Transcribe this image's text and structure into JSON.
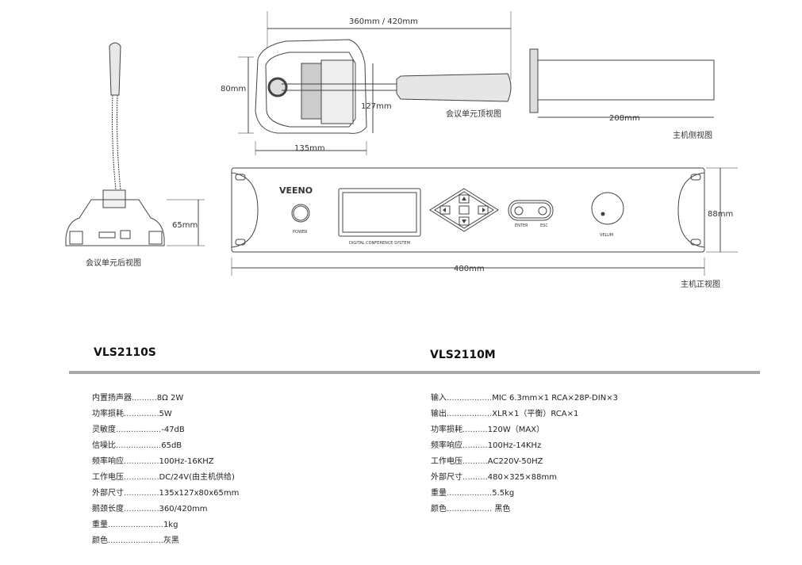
{
  "drawings": {
    "top_view": {
      "label": "会议单元顶视图",
      "width_dim": "360mm  / 420mm",
      "height_dim": "80mm",
      "depth_dim": "127mm",
      "base_dim": "135mm"
    },
    "side_view": {
      "label": "主机侧视图",
      "dim": "208mm"
    },
    "rear_view": {
      "label": "会议单元后视图",
      "dim": "65mm"
    },
    "front_view": {
      "label": "主机正视图",
      "width_dim": "480mm",
      "height_dim": "88mm",
      "brand": "VEENO",
      "power_label": "POWER",
      "screen_caption": "DIGITAL CONFERENCE SYSTEM",
      "enter_label": "ENTER",
      "esc_label": "ESC",
      "volume_label": "VELUM"
    }
  },
  "products": [
    {
      "model": "VLS2110S",
      "specs": [
        {
          "name": "内置扬声器",
          "dots": "..........",
          "value": "8Ω   2W"
        },
        {
          "name": "功率损耗",
          "dots": "..............",
          "value": "5W"
        },
        {
          "name": "灵敏度",
          "dots": "..................",
          "value": "-47dB"
        },
        {
          "name": "信噪比",
          "dots": "..................",
          "value": "65dB"
        },
        {
          "name": "频率响应",
          "dots": "..............",
          "value": "100Hz-16KHZ"
        },
        {
          "name": "工作电压",
          "dots": "..............",
          "value": "DC/24V(由主机供给)"
        },
        {
          "name": "外部尺寸",
          "dots": "..............",
          "value": "135x127x80x65mm"
        },
        {
          "name": "鹅颈长度",
          "dots": "..............",
          "value": "360/420mm"
        },
        {
          "name": "重量",
          "dots": "......................",
          "value": "1kg"
        },
        {
          "name": "颜色",
          "dots": "......................",
          "value": "灰黑"
        }
      ]
    },
    {
      "model": "VLS2110M",
      "specs": [
        {
          "name": "输入",
          "dots": "..................",
          "value": "MIC 6.3mm×1    RCA×28P-DIN×3"
        },
        {
          "name": "输出",
          "dots": "..................",
          "value": "XLR×1（平衡）RCA×1"
        },
        {
          "name": "功率损耗",
          "dots": "..........",
          "value": "120W（MAX）"
        },
        {
          "name": "频率响应",
          "dots": "..........",
          "value": "100Hz-14KHz"
        },
        {
          "name": "工作电压",
          "dots": "..........",
          "value": "AC220V-50HZ"
        },
        {
          "name": "外部尺寸",
          "dots": "..........",
          "value": "480×325×88mm"
        },
        {
          "name": "重量",
          "dots": "..................",
          "value": "5.5kg"
        },
        {
          "name": "颜色",
          "dots": "..................",
          "value": " 黑色"
        }
      ]
    }
  ]
}
